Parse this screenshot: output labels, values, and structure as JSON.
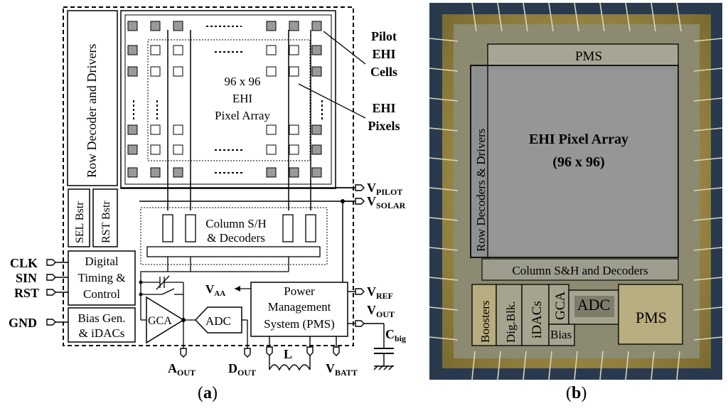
{
  "panel_a": {
    "caption": "(a)",
    "blocks": {
      "row_decoder": "Row Decoder and Drivers",
      "sel_bstr": "SEL Bstr",
      "rst_bstr": "RST Bstr",
      "array_line1": "96 x 96",
      "array_line2": "EHI",
      "array_line3": "Pixel Array",
      "col_sh_line1": "Column S/H",
      "col_sh_line2": "& Decoders",
      "digital_line1": "Digital",
      "digital_line2": "Timing &",
      "digital_line3": "Control",
      "bias_line1": "Bias Gen.",
      "bias_line2": "& iDACs",
      "gca": "GCA",
      "adc": "ADC",
      "pms_line1": "Power",
      "pms_line2": "Management",
      "pms_line3": "System (PMS)"
    },
    "annotations": {
      "pilot_line1": "Pilot",
      "pilot_line2": "EHI",
      "pilot_line3": "Cells",
      "pixels_line1": "EHI",
      "pixels_line2": "Pixels"
    },
    "pins": {
      "clk": "CLK",
      "sin": "SIN",
      "rst": "RST",
      "gnd": "GND",
      "v": "V",
      "pilot_sub": "PILOT",
      "solar_sub": "SOLAR",
      "ref_sub": "REF",
      "out_sub": "OUT",
      "aa_sub": "AA",
      "batt_sub": "BATT",
      "a": "A",
      "d": "D",
      "c": "C",
      "big_sub": "big",
      "l": "L"
    }
  },
  "panel_b": {
    "caption": "(b)",
    "labels": {
      "pms_top": "PMS",
      "array_title": "EHI Pixel Array",
      "array_size": "(96 x 96)",
      "row_decoders": "Row Decoders & Drivers",
      "column": "Column S&H and Decoders",
      "boosters": "Boosters",
      "dig_blk": "Dig.Blk.",
      "idacs": "iDACs",
      "gca": "GCA",
      "adc": "ADC",
      "bias": "Bias",
      "pms_bottom": "PMS"
    }
  }
}
